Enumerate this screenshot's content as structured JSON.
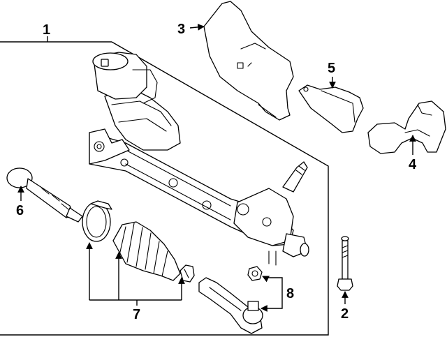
{
  "callouts": [
    {
      "id": "1",
      "text": "1"
    },
    {
      "id": "2",
      "text": "2"
    },
    {
      "id": "3",
      "text": "3"
    },
    {
      "id": "4",
      "text": "4"
    },
    {
      "id": "5",
      "text": "5"
    },
    {
      "id": "6",
      "text": "6"
    },
    {
      "id": "7",
      "text": "7"
    },
    {
      "id": "8",
      "text": "8"
    }
  ],
  "colors": {
    "line": "#000000",
    "background": "#ffffff"
  }
}
